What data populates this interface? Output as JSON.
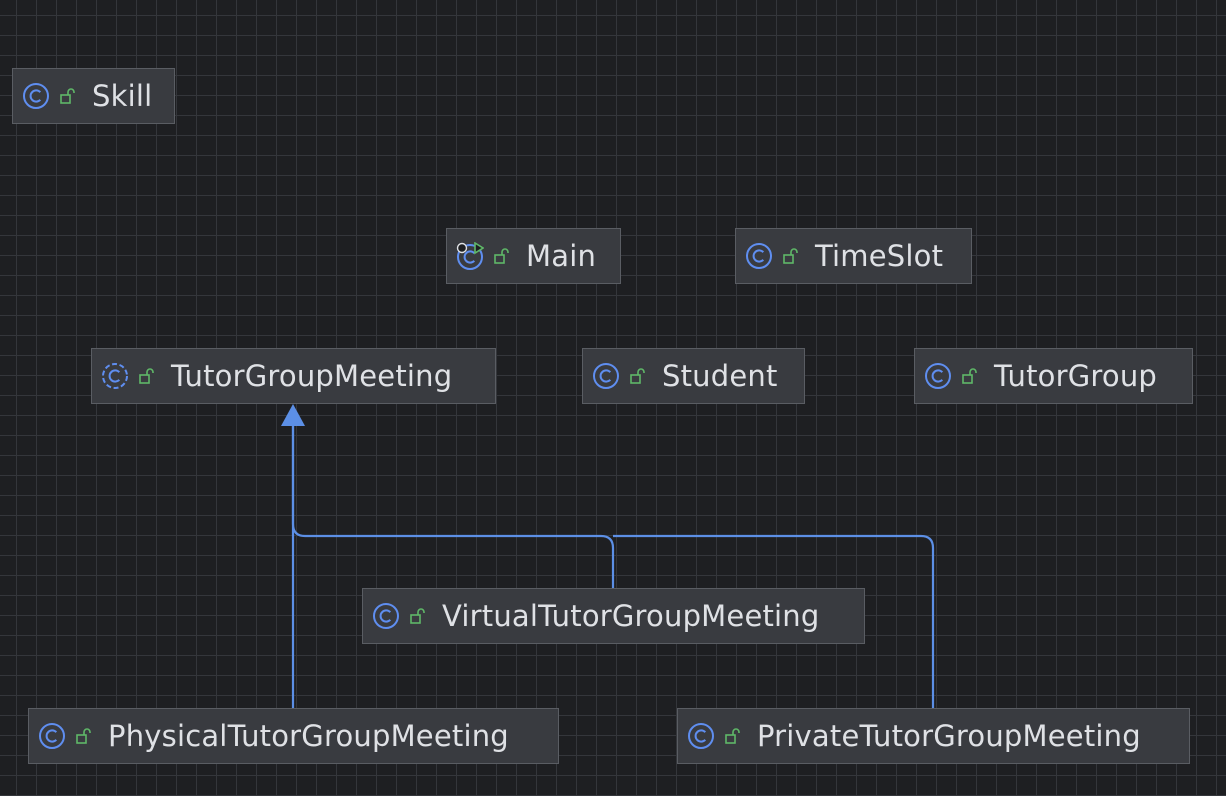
{
  "theme": {
    "accent": "#5c8fe6",
    "class_icon": "#5f8ef0",
    "public_icon": "#5fb868",
    "run_icon": "#5fb868"
  },
  "diagram": {
    "nodes": [
      {
        "id": "skill",
        "label": "Skill",
        "kind": "class-icon",
        "visibility": "public-lock-icon"
      },
      {
        "id": "main",
        "label": "Main",
        "kind": "runnable-class-icon",
        "visibility": "public-lock-icon"
      },
      {
        "id": "timeslot",
        "label": "TimeSlot",
        "kind": "class-icon",
        "visibility": "public-lock-icon"
      },
      {
        "id": "tgm",
        "label": "TutorGroupMeeting",
        "kind": "abstract-class-icon",
        "visibility": "public-lock-icon"
      },
      {
        "id": "student",
        "label": "Student",
        "kind": "class-icon",
        "visibility": "public-lock-icon"
      },
      {
        "id": "tutorgroup",
        "label": "TutorGroup",
        "kind": "class-icon",
        "visibility": "public-lock-icon"
      },
      {
        "id": "vtgm",
        "label": "VirtualTutorGroupMeeting",
        "kind": "class-icon",
        "visibility": "public-lock-icon"
      },
      {
        "id": "ptgm",
        "label": "PhysicalTutorGroupMeeting",
        "kind": "class-icon",
        "visibility": "public-lock-icon"
      },
      {
        "id": "prtgm",
        "label": "PrivateTutorGroupMeeting",
        "kind": "class-icon",
        "visibility": "public-lock-icon"
      }
    ],
    "edges": [
      {
        "from": "vtgm",
        "to": "tgm",
        "type": "inheritance"
      },
      {
        "from": "ptgm",
        "to": "tgm",
        "type": "inheritance"
      },
      {
        "from": "prtgm",
        "to": "tgm",
        "type": "inheritance"
      }
    ]
  }
}
